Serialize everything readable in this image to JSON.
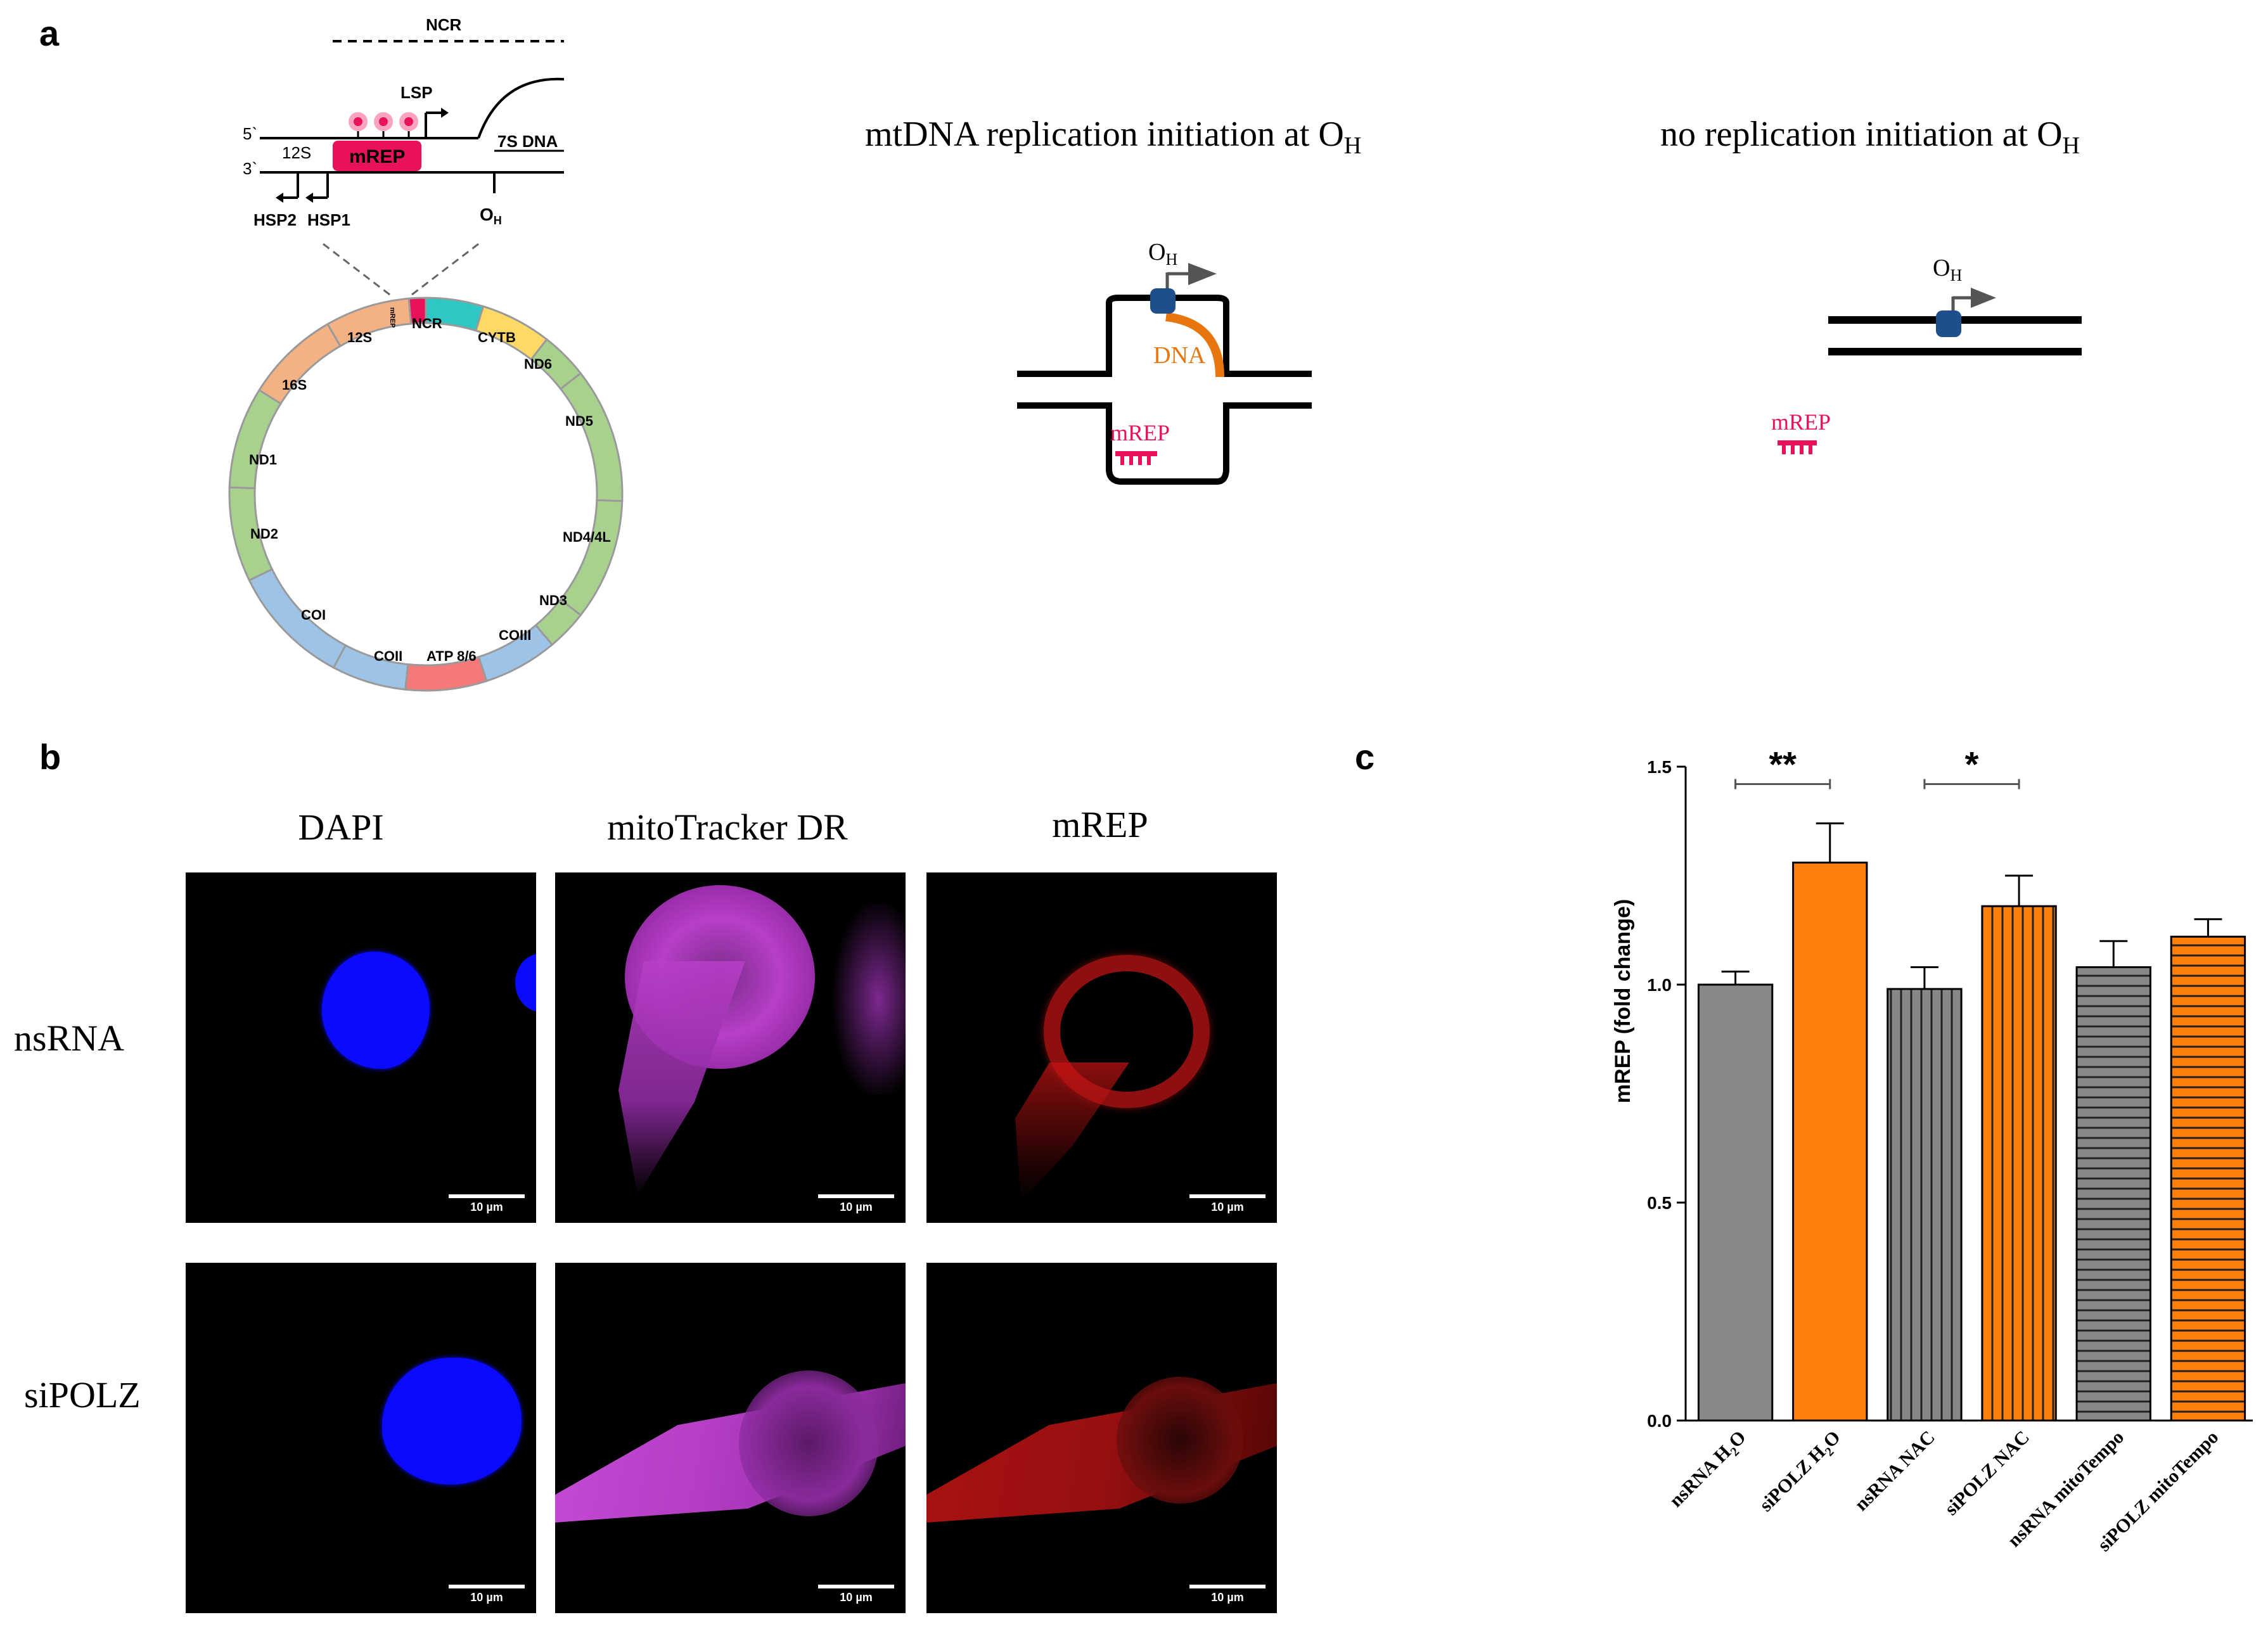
{
  "panels": {
    "a": "a",
    "b": "b",
    "c": "c"
  },
  "panel_a": {
    "ncr_label": "NCR",
    "lsp": "LSP",
    "five_prime": "5`",
    "three_prime": "3`",
    "s12": "12S",
    "mrep": "mREP",
    "ds7": "7S DNA",
    "hsp2": "HSP2",
    "hsp1": "HSP1",
    "oh": "O",
    "oh_sub": "H",
    "genes": {
      "mrep_vertical": "mREP",
      "ncr": "NCR",
      "cytb": "CYTB",
      "nd6": "ND6",
      "nd5": "ND5",
      "nd44l": "ND4/4L",
      "nd3": "ND3",
      "coiii": "COIII",
      "atp": "ATP 8/6",
      "coii": "COII",
      "coi": "COI",
      "nd2": "ND2",
      "nd1": "ND1",
      "s16": "16S",
      "s12": "12S"
    },
    "colors": {
      "orange": "#f4b183",
      "teal": "#2ec7c4",
      "yellow": "#ffd966",
      "green": "#a9d18e",
      "blue": "#9dc3e6",
      "red": "#f47a7a",
      "pink": "#e8125c"
    },
    "replication_title": "mtDNA replication initiation at O",
    "no_replication_title": "no replication initiation at O",
    "title_sub": "H",
    "diagram_oh": "O",
    "diagram_oh_sub": "H",
    "dna": "DNA",
    "mrep_label": "mREP"
  },
  "panel_b": {
    "columns": [
      "DAPI",
      "mitoTracker DR",
      "mREP"
    ],
    "rows": [
      "nsRNA",
      "siPOLZ"
    ],
    "scale": "10 µm"
  },
  "chart_data": {
    "type": "bar",
    "categories": [
      "nsRNA H2O",
      "siPOLZ H2O",
      "nsRNA NAC",
      "siPOLZ NAC",
      "nsRNA mitoTempo",
      "siPOLZ mitoTempo"
    ],
    "category_labels": [
      {
        "main": "nsRNA H",
        "sub": "2",
        "tail": "O"
      },
      {
        "main": "siPOLZ H",
        "sub": "2",
        "tail": "O"
      },
      {
        "main": "nsRNA NAC",
        "sub": "",
        "tail": ""
      },
      {
        "main": "siPOLZ NAC",
        "sub": "",
        "tail": ""
      },
      {
        "main": "nsRNA mitoTempo",
        "sub": "",
        "tail": ""
      },
      {
        "main": "siPOLZ mitoTempo",
        "sub": "",
        "tail": ""
      }
    ],
    "values": [
      1.0,
      1.28,
      0.99,
      1.18,
      1.04,
      1.11
    ],
    "errors": [
      0.03,
      0.09,
      0.05,
      0.07,
      0.06,
      0.04
    ],
    "fills": [
      "solid",
      "solid",
      "vertical",
      "vertical",
      "horizontal",
      "horizontal"
    ],
    "colors": [
      "#888888",
      "#ff7f0e",
      "#888888",
      "#ff7f0e",
      "#888888",
      "#ff7f0e"
    ],
    "ylabel": "mREP (fold change)",
    "ylim": [
      0,
      1.5
    ],
    "yticks": [
      "0.0",
      "0.5",
      "1.0",
      "1.5"
    ],
    "significance": [
      {
        "from": 0,
        "to": 1,
        "label": "**"
      },
      {
        "from": 2,
        "to": 3,
        "label": "*"
      }
    ]
  }
}
